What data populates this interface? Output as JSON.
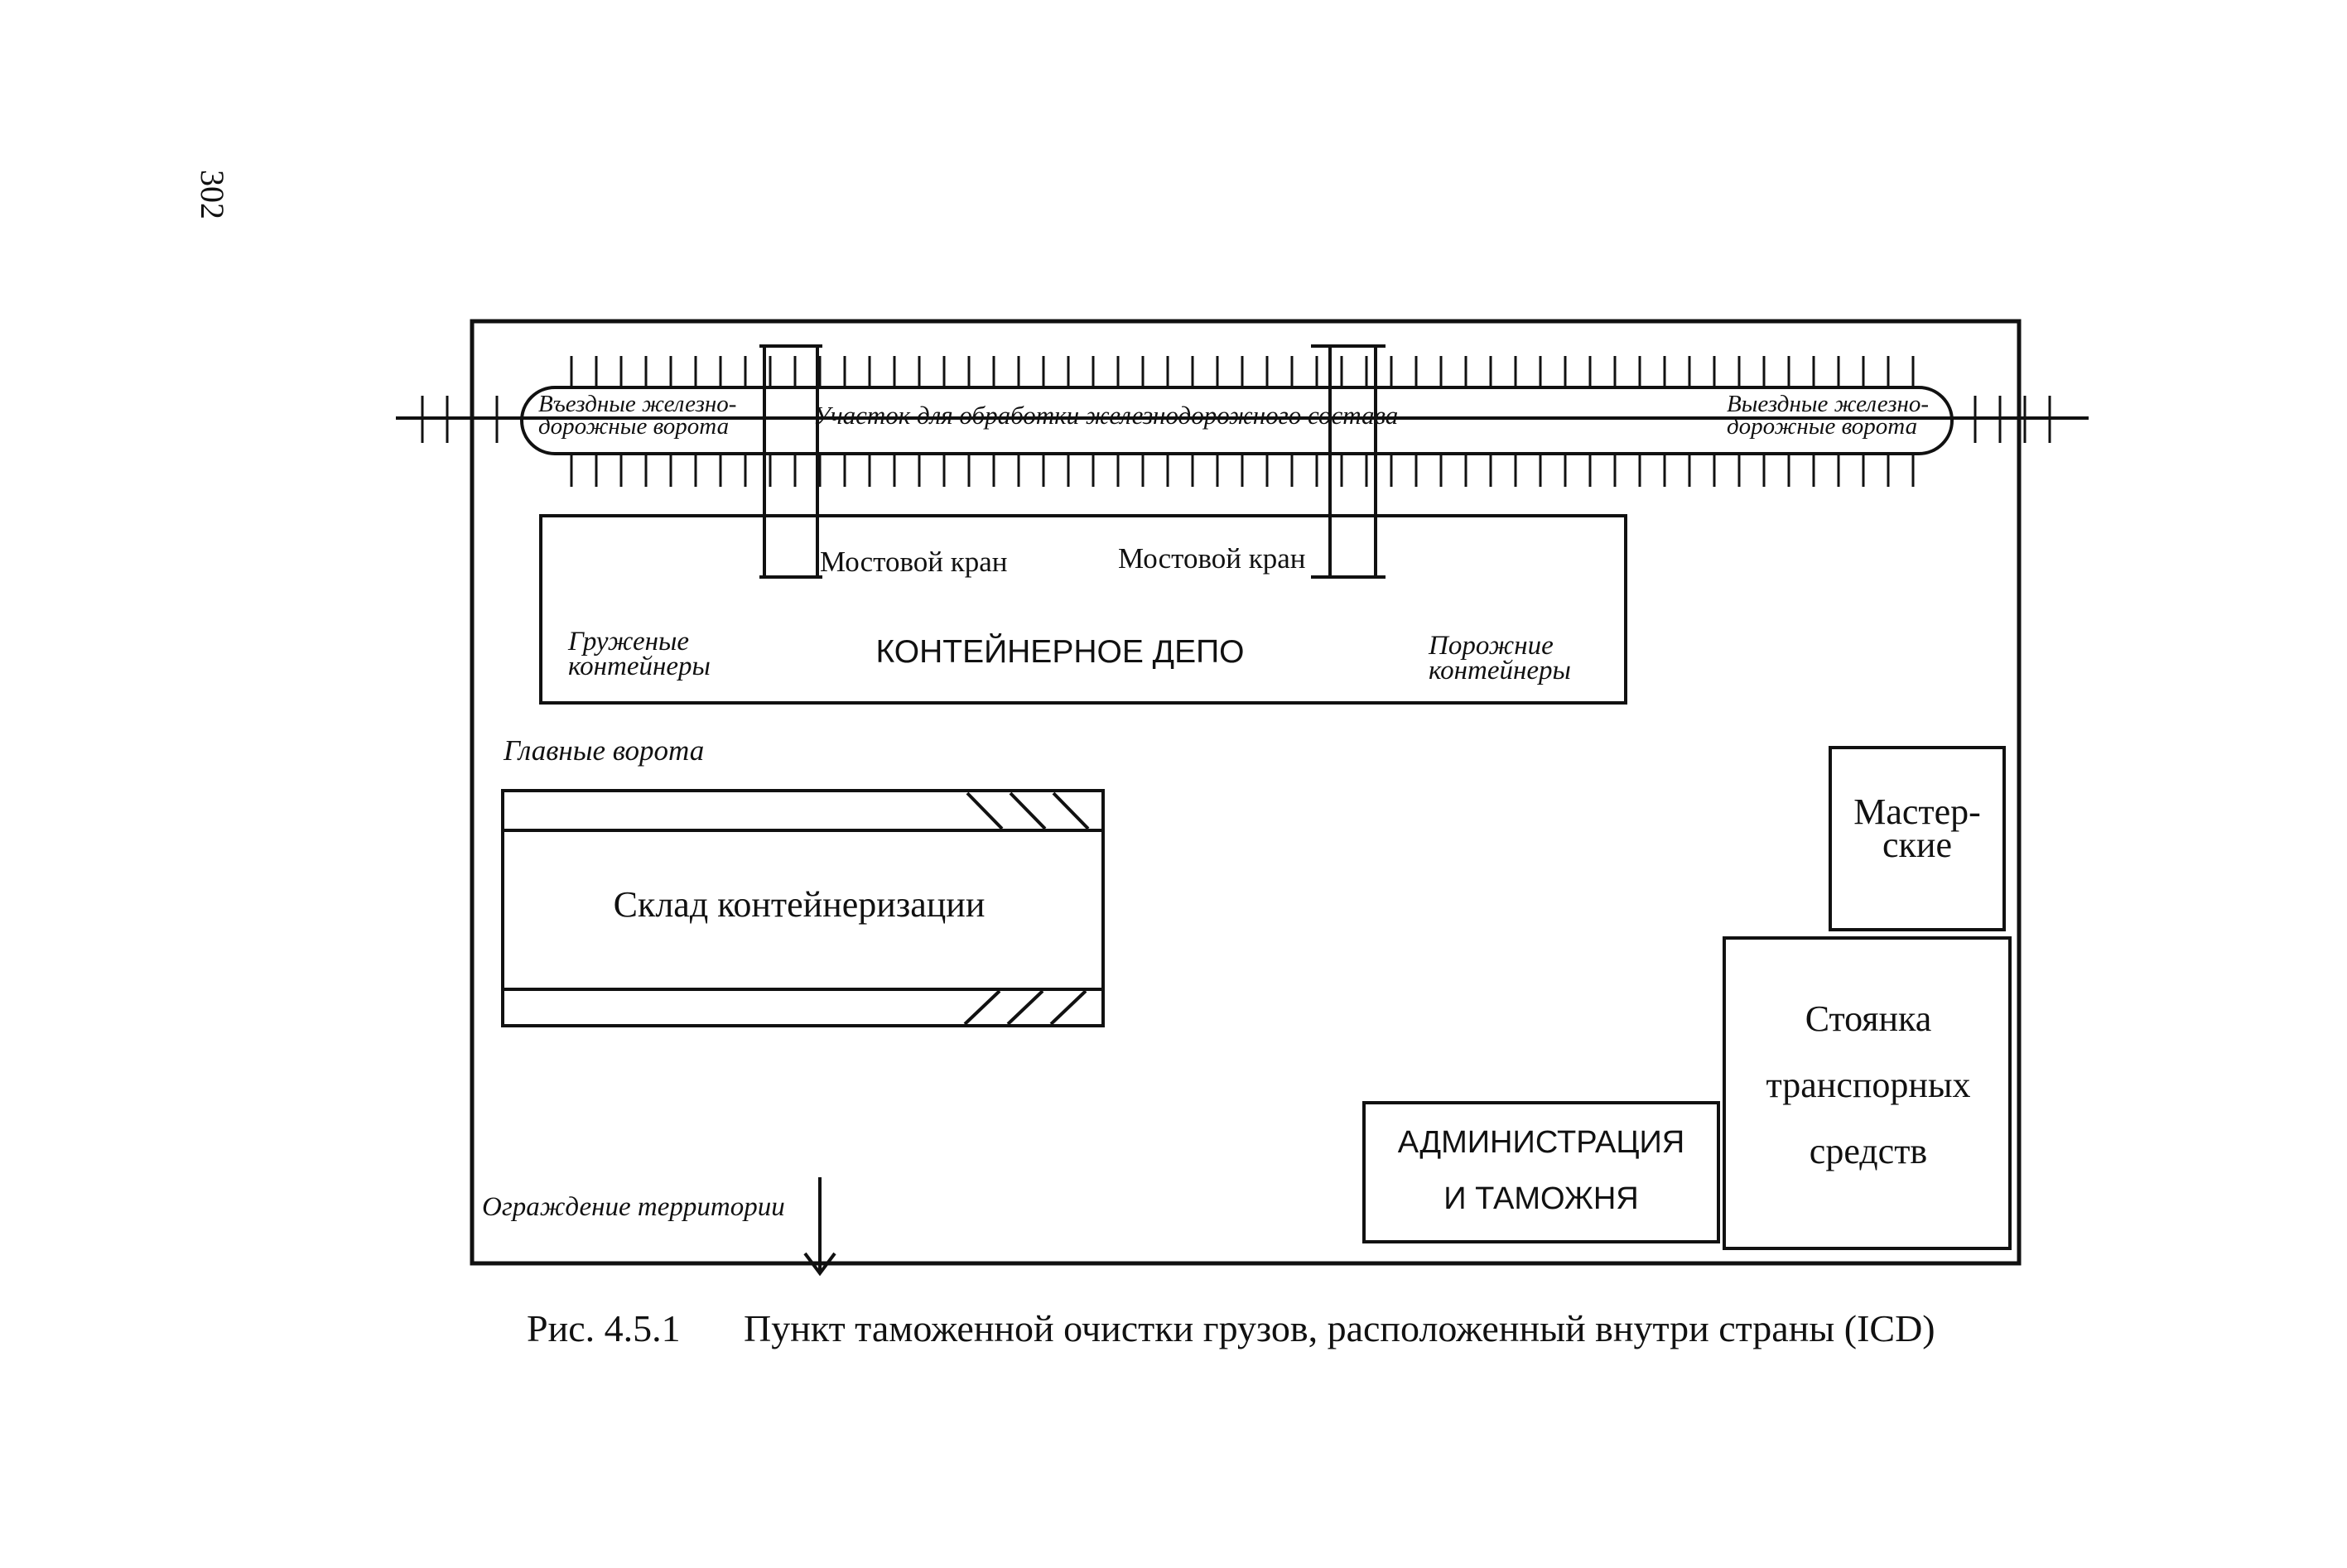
{
  "page_number": "302",
  "rail": {
    "entry_gates_line1": "Въездные железно-",
    "entry_gates_line2": "дорожные ворота",
    "processing_area": "Участок для обработки железнодорожного состава",
    "exit_gates_line1": "Выездные железно-",
    "exit_gates_line2": "дорожные ворота"
  },
  "depot": {
    "crane_left": "Мостовой кран",
    "crane_right": "Мостовой кран",
    "loaded_line1": "Груженые",
    "loaded_line2": "контейнеры",
    "title": "КОНТЕЙНЕРНОЕ ДЕПО",
    "empty_line1": "Порожние",
    "empty_line2": "контейнеры"
  },
  "main_gate": "Главные ворота",
  "warehouse": "Склад контейнеризации",
  "workshops_line1": "Мастер-",
  "workshops_line2": "ские",
  "parking_line1": "Стоянка",
  "parking_line2": "транспорных",
  "parking_line3": "средств",
  "admin_line1": "АДМИНИСТРАЦИЯ",
  "admin_line2": "И ТАМОЖНЯ",
  "fence": "Ограждение территории",
  "caption_number": "Рис. 4.5.1",
  "caption_text": "Пункт таможенной очистки грузов, расположенный внутри страны (ICD)"
}
